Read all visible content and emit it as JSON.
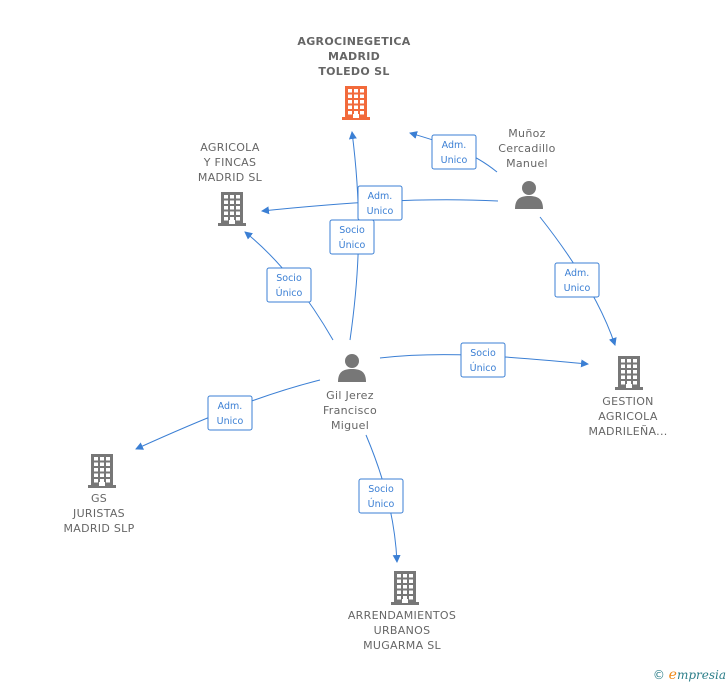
{
  "nodes": {
    "agrocinegetica": {
      "label": "AGROCINEGETICA\nMADRID\nTOLEDO  SL",
      "color": "#f26a3b"
    },
    "agricola_fincas": {
      "label": "AGRICOLA\nY FINCAS\nMADRID  SL",
      "color": "#777777"
    },
    "munoz": {
      "label": "Muñoz\nCercadillo\nManuel",
      "color": "#777777"
    },
    "gil_jerez": {
      "label": "Gil Jerez\nFrancisco\nMiguel",
      "color": "#777777"
    },
    "gestion_agricola": {
      "label": "GESTION\nAGRICOLA\nMADRILEÑA...",
      "color": "#777777"
    },
    "gs_juristas": {
      "label": "GS\nJURISTAS\nMADRID  SLP",
      "color": "#777777"
    },
    "arrendamientos": {
      "label": "ARRENDAMIENTOS\nURBANOS\nMUGARMA  SL",
      "color": "#777777"
    }
  },
  "edges": [
    {
      "from": "munoz",
      "to": "agrocinegetica",
      "label": [
        "Adm.",
        "Unico"
      ]
    },
    {
      "from": "munoz",
      "to": "agricola_fincas",
      "label": [
        "Adm.",
        "Unico"
      ]
    },
    {
      "from": "munoz",
      "to": "gestion_agricola",
      "label": [
        "Adm.",
        "Unico"
      ]
    },
    {
      "from": "gil_jerez",
      "to": "agrocinegetica",
      "label": [
        "Socio",
        "Único"
      ]
    },
    {
      "from": "gil_jerez",
      "to": "agricola_fincas",
      "label": [
        "Socio",
        "Único"
      ]
    },
    {
      "from": "gil_jerez",
      "to": "gestion_agricola",
      "label": [
        "Socio",
        "Único"
      ]
    },
    {
      "from": "gil_jerez",
      "to": "gs_juristas",
      "label": [
        "Adm.",
        "Unico"
      ]
    },
    {
      "from": "gil_jerez",
      "to": "arrendamientos",
      "label": [
        "Socio",
        "Único"
      ]
    }
  ],
  "edge_color": "#3b7fd4",
  "footer": {
    "copyright": "©",
    "brand_first": "e",
    "brand_rest": "mpresia"
  }
}
